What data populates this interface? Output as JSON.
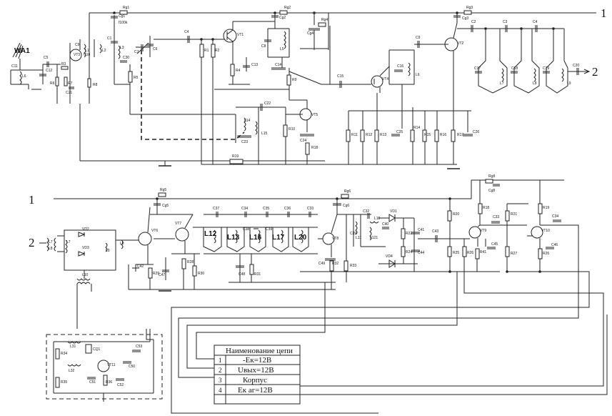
{
  "antenna": {
    "label": "WA1"
  },
  "terminals": {
    "out1_top": "1",
    "out2_top": "2",
    "in1_bottom": "1",
    "in2_bottom": "2"
  },
  "components": {
    "top": {
      "C11": "C11",
      "L6": "L6",
      "C5": "C5",
      "C12": "C12",
      "R3": "R3",
      "R6": "R6",
      "R7": "R7",
      "C21": "C21",
      "C9": "C9",
      "VT3": "VT3",
      "L1": "L1",
      "C10": "C10",
      "L2": "L2",
      "R8": "R8",
      "C1": "C1",
      "L3": "L3",
      "C30": "C30",
      "C7": "C7",
      "R5": "R5",
      "C6": "C6",
      "C4": "C4",
      "R1": "R1",
      "R2": "R2",
      "VT1": "VT1",
      "C8": "C8",
      "L5": "L5",
      "R4": "R4",
      "C13": "C13",
      "C14": "C14",
      "R9": "R9",
      "Rg1": "Rg1",
      "Cg1": "Cg1",
      "C100": "f100k",
      "Rg2": "Rg2",
      "Cg2": "Cg2",
      "Rg4": "Rg4",
      "Cg4": "Cg4",
      "C15": "C15",
      "VT4": "VT4",
      "C16": "C16",
      "L6b": "L6",
      "C9b": "C9",
      "VT2": "VT2",
      "Rg3": "Rg3",
      "Cg3": "Cg3",
      "C2": "C2",
      "C3": "C3",
      "C4b": "C4",
      "C17": "C17",
      "L7": "L7",
      "C18": "C18",
      "L8": "L8",
      "C19": "C19",
      "L9": "L9",
      "C20": "C20",
      "C22": "C22",
      "L14": "L14",
      "L15": "L15",
      "C23": "C23",
      "VT5": "VT5",
      "R10": "R10",
      "C24": "C24",
      "R18": "R18",
      "R19": "R19",
      "R11": "R11",
      "R12": "R12",
      "R13": "R13",
      "C25": "C25",
      "R14": "R14",
      "R15": "R15",
      "R16": "R16",
      "R17": "R17",
      "C26": "C26"
    },
    "bottom": {
      "L7": "L7",
      "L8": "L8",
      "L7b": "L7",
      "VD2": "VD2",
      "VD3": "VD3",
      "L9": "L9",
      "L10": "L10",
      "L9b": "L9",
      "VT6": "VT6",
      "VT7": "VT7",
      "C42": "C42",
      "R29": "R29",
      "C47": "C47",
      "R28": "R28",
      "R30": "R30",
      "Rg5": "Rg5",
      "Cg5": "Cg5",
      "C37": "C37",
      "C34": "C34",
      "C35": "C35",
      "C36": "C36",
      "C38": "C38",
      "C39": "C39",
      "C33": "C33",
      "L12": "L12",
      "L13": "L13",
      "L16": "L16",
      "L17": "L17",
      "L20": "L20",
      "C48": "C48",
      "R31": "R31",
      "Rg6": "Rg6",
      "Cg6": "Cg6",
      "VT8": "VT8",
      "C49": "C49",
      "R32": "R32",
      "R33": "R33",
      "C32": "C32",
      "L11": "L11",
      "L10b": "L10",
      "L121": "L121",
      "C40": "C40",
      "VD1": "VD1",
      "VD4": "VD4",
      "R22": "R22",
      "R24": "R24",
      "C41": "C41",
      "C44": "C44",
      "C43": "C43",
      "R20": "R20",
      "R25": "R25",
      "R26": "R26",
      "Rg8": "Rg8",
      "Cg8": "Cg8",
      "R18": "R18",
      "R19": "R19",
      "VT9": "VT9",
      "C33b": "C33",
      "R21": "R21",
      "C34b": "C34",
      "VT10": "VT10",
      "R41": "R41",
      "C45": "C45",
      "R27": "R27",
      "R26b": "R26",
      "C46": "C46"
    },
    "osc": {
      "L31": "L31",
      "R34": "R34",
      "CQ1": "CQ1",
      "C53": "C53",
      "L32": "L32",
      "VT11": "VT11",
      "C50": "C50",
      "R35": "R35",
      "C51": "C51",
      "R36": "R36",
      "C52": "C52"
    }
  },
  "table": {
    "header": "Наименование цепи",
    "rows": [
      {
        "num": "1",
        "name": "-Ек=12В"
      },
      {
        "num": "2",
        "name": "Uвых=12В"
      },
      {
        "num": "3",
        "name": "Корпус"
      },
      {
        "num": "4",
        "name": "Ек аг=12В"
      }
    ]
  }
}
